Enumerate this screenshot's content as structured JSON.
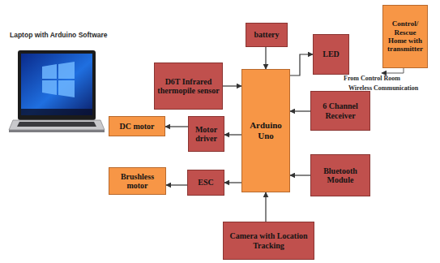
{
  "diagram": {
    "nodes": [
      {
        "text": [
          "battery"
        ]
      },
      {
        "text": [
          "Control/ Rescue Home with transmitter"
        ]
      },
      {
        "text": [
          "LED"
        ]
      },
      {
        "text": [
          "D6T Infrared thermopile sensor"
        ]
      },
      {
        "text": [
          "Arduino Uno"
        ]
      },
      {
        "text": [
          "6 Channel Receiver"
        ]
      },
      {
        "text": [
          "DC motor"
        ]
      },
      {
        "text": [
          "Motor driver"
        ]
      },
      {
        "text": [
          "Brushless motor"
        ]
      },
      {
        "text": [
          "ESC"
        ]
      },
      {
        "text": [
          "Bluetooth Module"
        ]
      },
      {
        "text": [
          "Camera with Location Tracking"
        ]
      }
    ],
    "edges": [
      {
        "from": 0,
        "to": 4,
        "arrow": "to"
      },
      {
        "from": 4,
        "to": 2,
        "arrow": "to"
      },
      {
        "from": 3,
        "to": 4,
        "arrow": "to"
      },
      {
        "from": 5,
        "to": 4,
        "arrow": "to"
      },
      {
        "from": 4,
        "to": 7,
        "arrow": "to"
      },
      {
        "from": 7,
        "to": 6,
        "arrow": "to"
      },
      {
        "from": 10,
        "to": 4,
        "arrow": "to"
      },
      {
        "from": 4,
        "to": 9,
        "arrow": "to"
      },
      {
        "from": 9,
        "to": 8,
        "arrow": "to"
      },
      {
        "from": 11,
        "to": 4,
        "arrow": "to"
      }
    ],
    "labels": [
      "Laptop with Arduino Software",
      "From Control Room",
      "Wireless Communication"
    ]
  }
}
